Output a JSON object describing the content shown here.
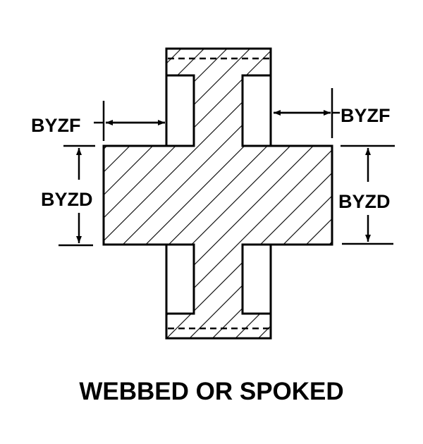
{
  "labels": {
    "face_width_left": "BYZF",
    "face_width_right": "BYZF",
    "hub_diameter_left": "BYZD",
    "hub_diameter_right": "BYZD"
  },
  "title": "WEBBED OR SPOKED"
}
